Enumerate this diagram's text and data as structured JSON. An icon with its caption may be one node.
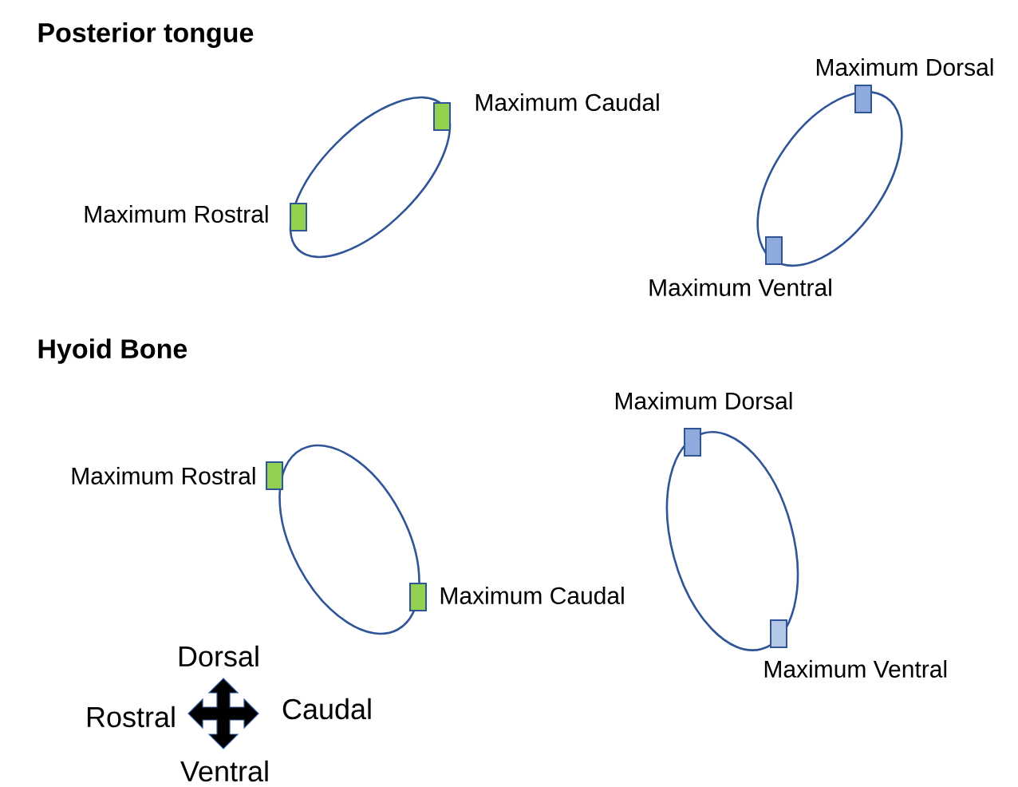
{
  "diagram": {
    "nodes": [
      {
        "text": [],
        "shape": "box",
        "beside": [
          "Maximum Caudal"
        ]
      },
      {
        "text": [],
        "shape": "box",
        "beside": [
          "Maximum Rostral"
        ]
      },
      {
        "text": [],
        "shape": "box",
        "beside": [
          "Maximum Dorsal"
        ]
      },
      {
        "text": [],
        "shape": "box",
        "beside": [
          "Maximum Ventral"
        ]
      },
      {
        "text": [],
        "shape": "box",
        "beside": [
          "Maximum Rostral"
        ]
      },
      {
        "text": [],
        "shape": "box",
        "beside": [
          "Maximum Caudal"
        ]
      },
      {
        "text": [],
        "shape": "box",
        "beside": [
          "Maximum Dorsal"
        ]
      },
      {
        "text": [],
        "shape": "box",
        "beside": [
          "Maximum Ventral"
        ]
      }
    ],
    "labels": [
      "Posterior tongue",
      "Hyoid Bone",
      "Dorsal",
      "Rostral",
      "Caudal",
      "Ventral"
    ]
  }
}
